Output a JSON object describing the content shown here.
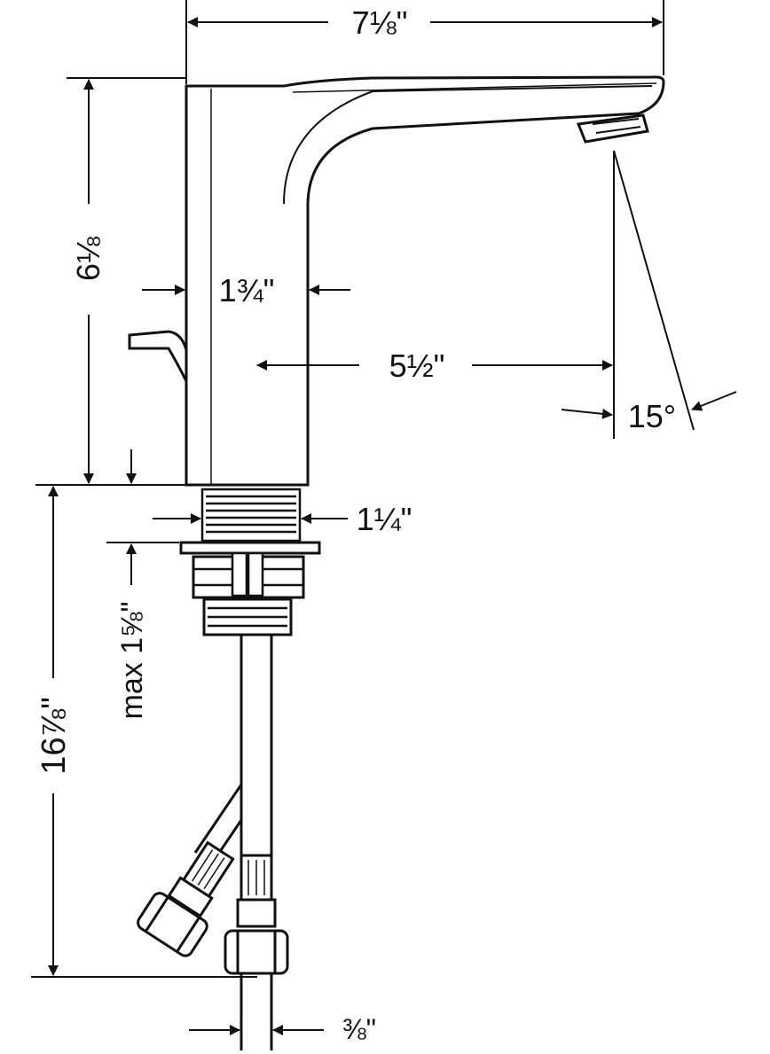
{
  "dimensions": {
    "spout_length": "7⅛\"",
    "height": "6⅛",
    "body_width": "1¾\"",
    "reach": "5½\"",
    "angle": "15°",
    "shank_diameter": "1¼\"",
    "max_thickness": "max 1⅝\"",
    "total_length": "16⅞\"",
    "connection": "⅜\""
  },
  "colors": {
    "line": "#111111",
    "background": "#ffffff"
  }
}
